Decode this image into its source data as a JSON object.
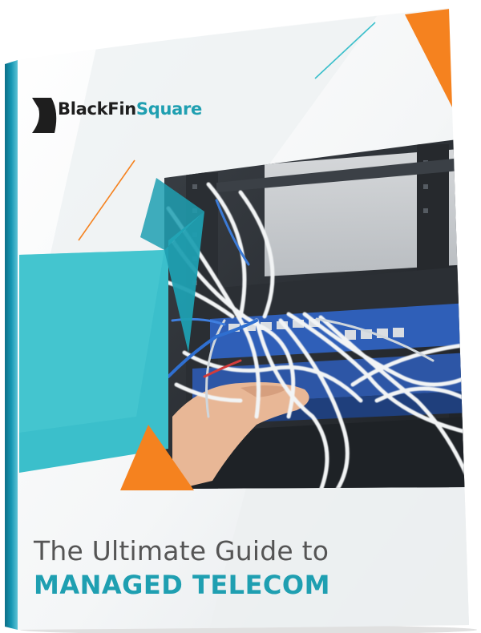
{
  "brand": {
    "name_part1": "BlackFin",
    "name_part2": "Square",
    "accent_color": "#1f9fb1",
    "logo_icon": "blackfin-fin-icon"
  },
  "cover": {
    "title_line1": "The Ultimate Guide to",
    "title_line2": "MANAGED TELECOM",
    "photo_subject": "network-switch-cabling-photo"
  },
  "colors": {
    "orange": "#f5821f",
    "teal": "#3bbfcb",
    "teal_dark": "#1f9fb1",
    "spine": "#1596b3"
  }
}
